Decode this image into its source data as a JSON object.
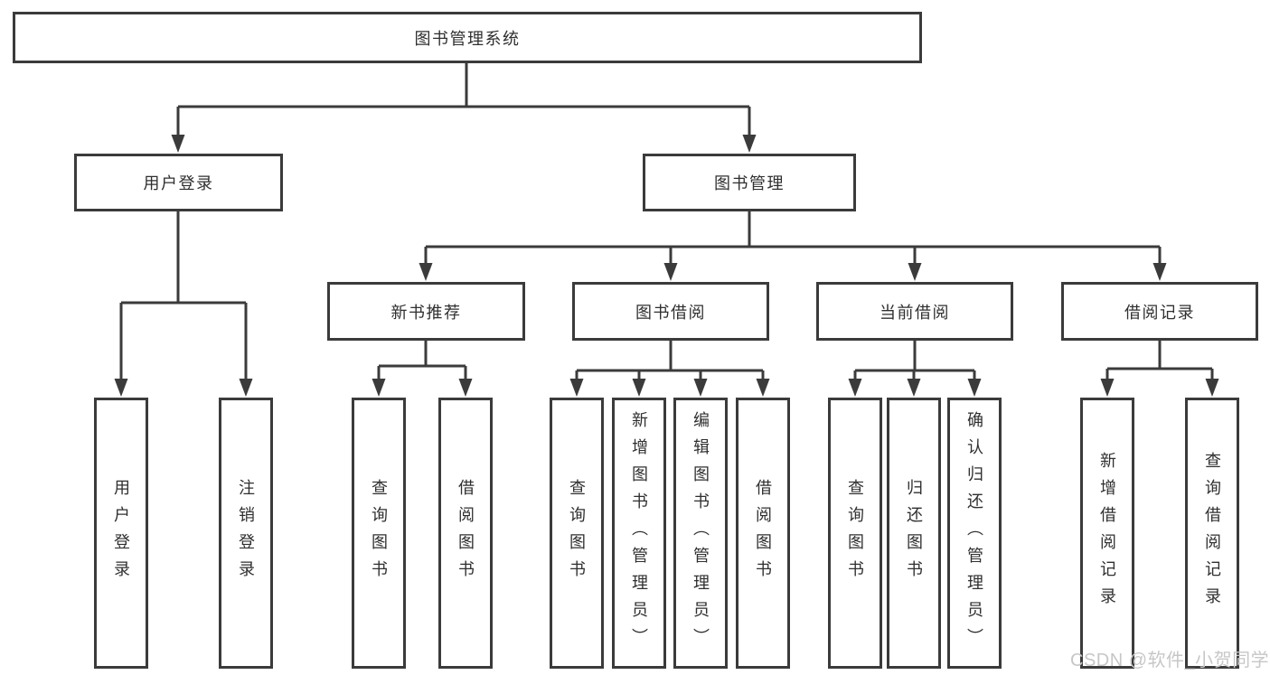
{
  "diagram": {
    "root": {
      "label": "图书管理系统",
      "children": [
        {
          "label": "用户登录",
          "children": [
            {
              "label": "用户登录"
            },
            {
              "label": "注销登录"
            }
          ]
        },
        {
          "label": "图书管理",
          "children": [
            {
              "label": "新书推荐",
              "children": [
                {
                  "label": "查询图书"
                },
                {
                  "label": "借阅图书"
                }
              ]
            },
            {
              "label": "图书借阅",
              "children": [
                {
                  "label": "查询图书"
                },
                {
                  "label": "新增图书（管理员）"
                },
                {
                  "label": "编辑图书（管理员）"
                },
                {
                  "label": "借阅图书"
                }
              ]
            },
            {
              "label": "当前借阅",
              "children": [
                {
                  "label": "查询图书"
                },
                {
                  "label": "归还图书"
                },
                {
                  "label": "确认归还（管理员）"
                }
              ]
            },
            {
              "label": "借阅记录",
              "children": [
                {
                  "label": "新增借阅记录"
                },
                {
                  "label": "查询借阅记录"
                }
              ]
            }
          ]
        }
      ]
    },
    "watermark": "CSDN @软件_小贺同学",
    "colors": {
      "line": "#3b3b3b",
      "box_border": "#3b3b3b",
      "box_fill": "#ffffff",
      "text": "#2f2f2f",
      "watermark": "#c7c7c7"
    }
  }
}
